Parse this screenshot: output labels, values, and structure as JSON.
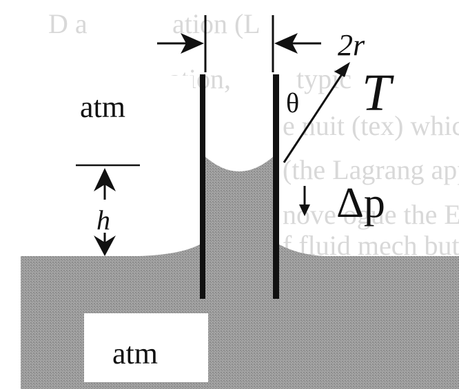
{
  "diagram": {
    "top_region_label": "atm",
    "bottom_region_label": "atm",
    "diameter_label": "2r",
    "tension_label": "T",
    "angle_label": "θ",
    "pressure_label": "Δp",
    "height_label": "h"
  },
  "background_text_lines": [
    "D a",
    "ation (L",
    "typic",
    "ation,",
    "e nuit (tex) which",
    "(the Lagrang approach), or",
    "nove ogue the Eulerian a",
    "f fluid mech but for the"
  ],
  "colors": {
    "fluid": "#9a9a9a",
    "ink": "#111111",
    "ghost_text": "#d8d8d8",
    "label_box": "#ffffff"
  }
}
